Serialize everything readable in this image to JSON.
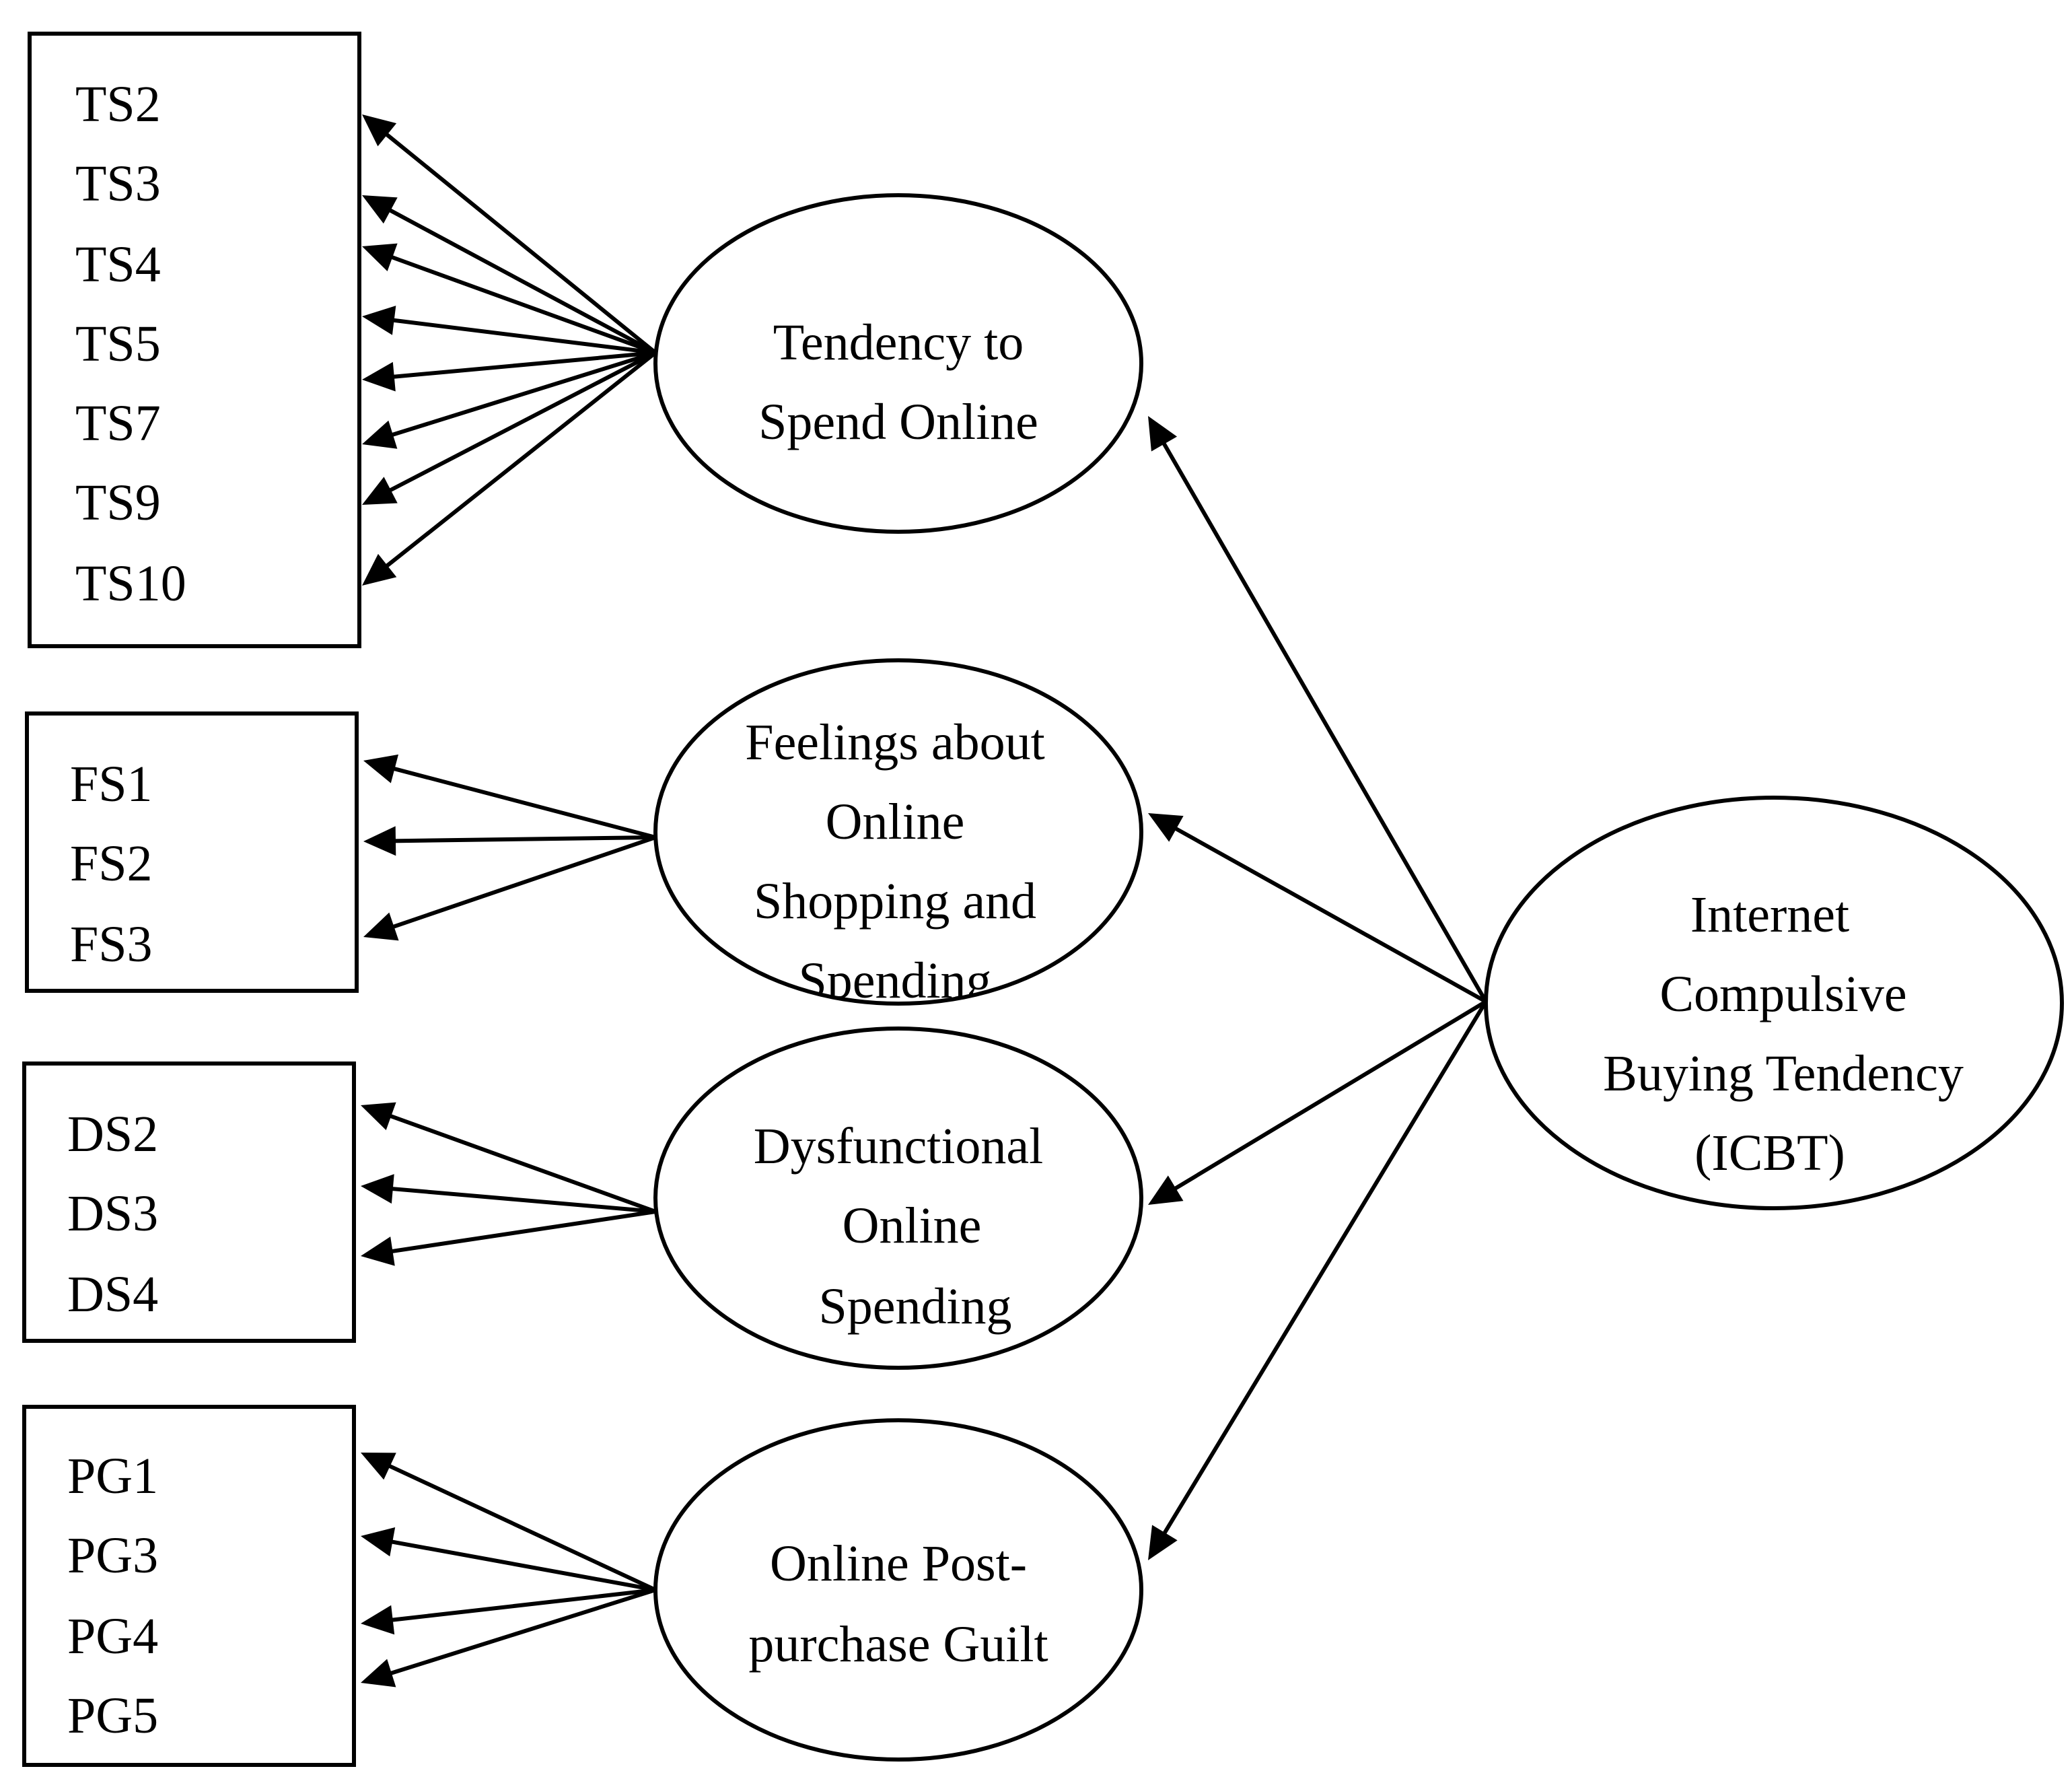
{
  "diagram": {
    "indicator_groups": [
      {
        "items": [
          "TS2",
          "TS3",
          "TS4",
          "TS5",
          "TS7",
          "TS9",
          "TS10"
        ]
      },
      {
        "items": [
          "FS1",
          "FS2",
          "FS3"
        ]
      },
      {
        "items": [
          "DS2",
          "DS3",
          "DS4"
        ]
      },
      {
        "items": [
          "PG1",
          "PG3",
          "PG4",
          "PG5"
        ]
      }
    ],
    "factors": [
      {
        "lines": [
          "Tendency to",
          "Spend Online"
        ]
      },
      {
        "lines": [
          "Feelings about",
          "Online",
          "Shopping and",
          "Spending"
        ]
      },
      {
        "lines": [
          "Dysfunctional",
          "Online",
          "Spending"
        ]
      },
      {
        "lines": [
          "Online Post-",
          "purchase Guilt"
        ]
      }
    ],
    "construct": {
      "lines": [
        "Internet",
        "Compulsive",
        "Buying Tendency",
        "(ICBT)"
      ]
    }
  },
  "colors": {
    "stroke": "#000000",
    "background": "#ffffff"
  }
}
